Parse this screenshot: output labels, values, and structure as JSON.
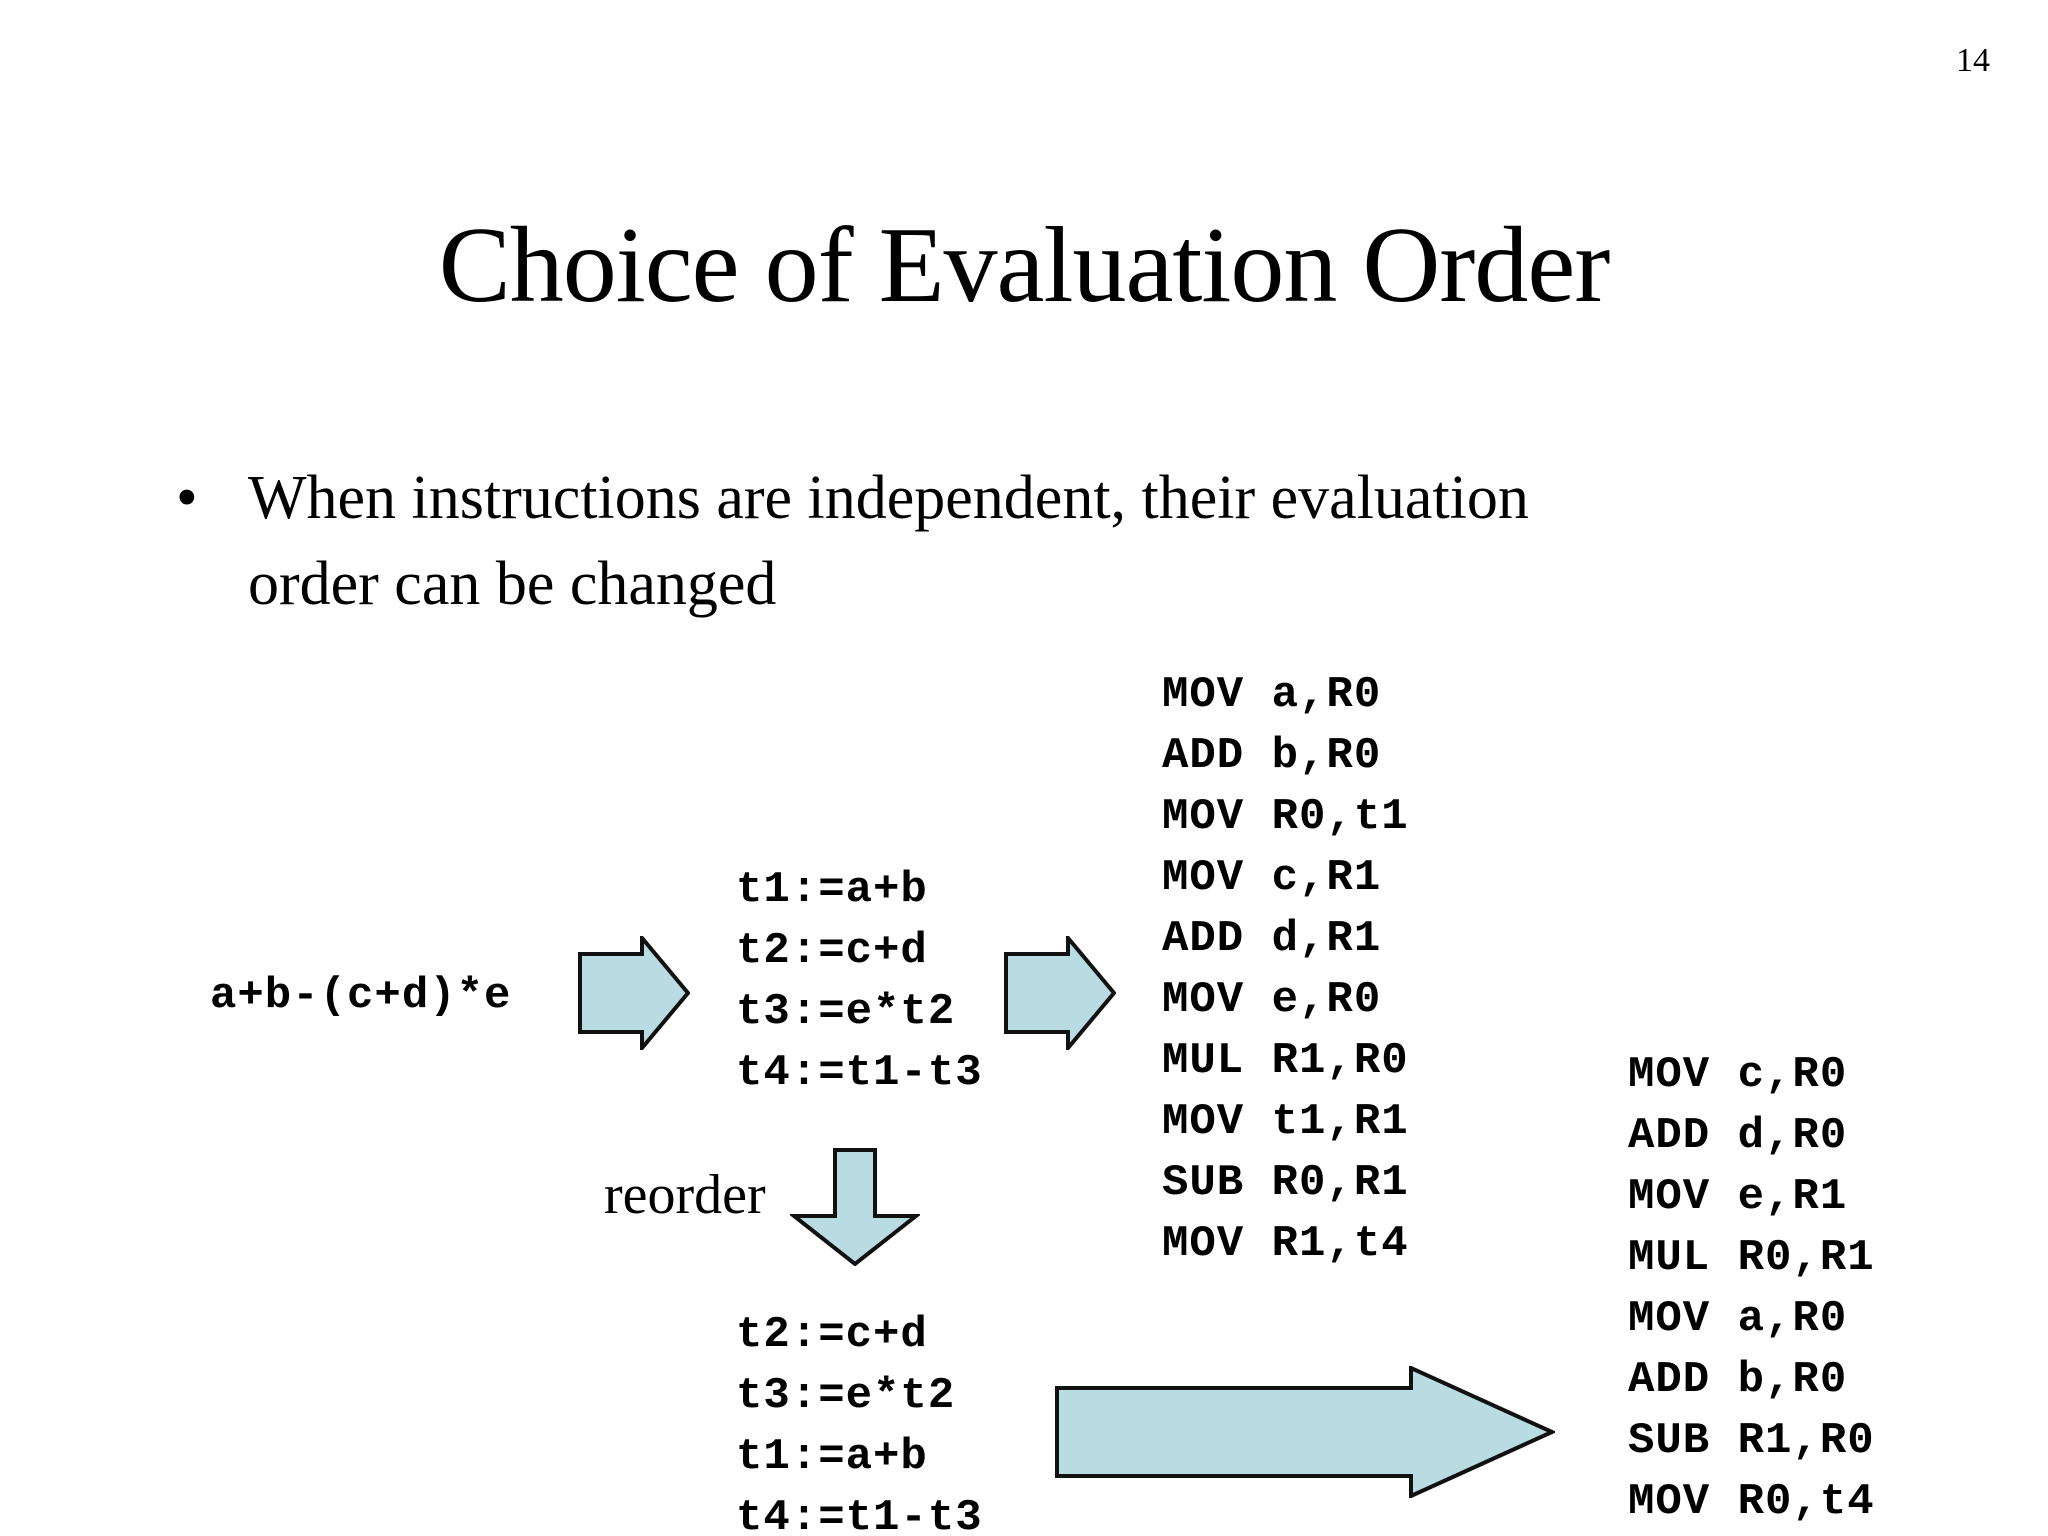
{
  "slide": {
    "page_number": "14",
    "title": "Choice of Evaluation Order",
    "bullet_marker": "•",
    "bullet_text": "When instructions are independent, their evaluation order can be changed",
    "reorder_label": "reorder",
    "accent_color": "#b8dce1",
    "outline_color": "#000000",
    "background_color": "#ffffff",
    "text_color": "#000000"
  },
  "expression": {
    "source": "a+b-(c+d)*e"
  },
  "blocks": {
    "ir_original": {
      "name": "three-address-code-original",
      "lines": [
        "t1:=a+b",
        "t2:=c+d",
        "t3:=e*t2",
        "t4:=t1-t3"
      ],
      "text": "t1:=a+b\nt2:=c+d\nt3:=e*t2\nt4:=t1-t3"
    },
    "ir_reordered": {
      "name": "three-address-code-reordered",
      "lines": [
        "t2:=c+d",
        "t3:=e*t2",
        "t1:=a+b",
        "t4:=t1-t3"
      ],
      "text": "t2:=c+d\nt3:=e*t2\nt1:=a+b\nt4:=t1-t3"
    },
    "asm_original": {
      "name": "assembly-from-original-order",
      "lines": [
        "MOV a,R0",
        "ADD b,R0",
        "MOV R0,t1",
        "MOV c,R1",
        "ADD d,R1",
        "MOV e,R0",
        "MUL R1,R0",
        "MOV t1,R1",
        "SUB R0,R1",
        "MOV R1,t4"
      ],
      "text": "MOV a,R0\nADD b,R0\nMOV R0,t1\nMOV c,R1\nADD d,R1\nMOV e,R0\nMUL R1,R0\nMOV t1,R1\nSUB R0,R1\nMOV R1,t4"
    },
    "asm_reordered": {
      "name": "assembly-from-reordered-order",
      "lines": [
        "MOV c,R0",
        "ADD d,R0",
        "MOV e,R1",
        "MUL R0,R1",
        "MOV a,R0",
        "ADD b,R0",
        "SUB R1,R0",
        "MOV R0,t4"
      ],
      "text": "MOV c,R0\nADD d,R0\nMOV e,R1\nMUL R0,R1\nMOV a,R0\nADD b,R0\nSUB R1,R0\nMOV R0,t4"
    }
  },
  "arrows": {
    "expr_to_ir": "right-arrow",
    "ir_to_asm": "right-arrow",
    "reorder_down": "down-arrow",
    "reordered_to_asm": "right-arrow-long"
  }
}
